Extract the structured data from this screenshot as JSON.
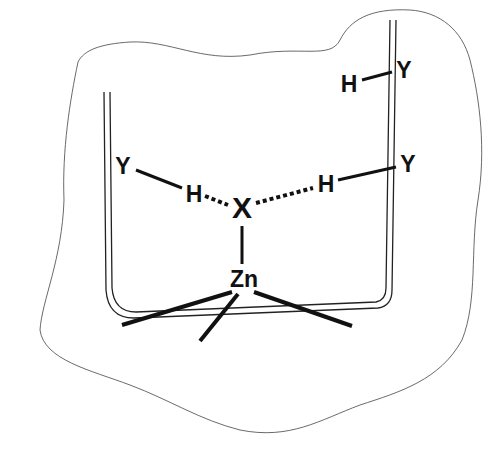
{
  "diagram": {
    "labels": [
      "H",
      "Y",
      "Y",
      "H",
      "X",
      "H",
      "Y",
      "Zn"
    ]
  }
}
